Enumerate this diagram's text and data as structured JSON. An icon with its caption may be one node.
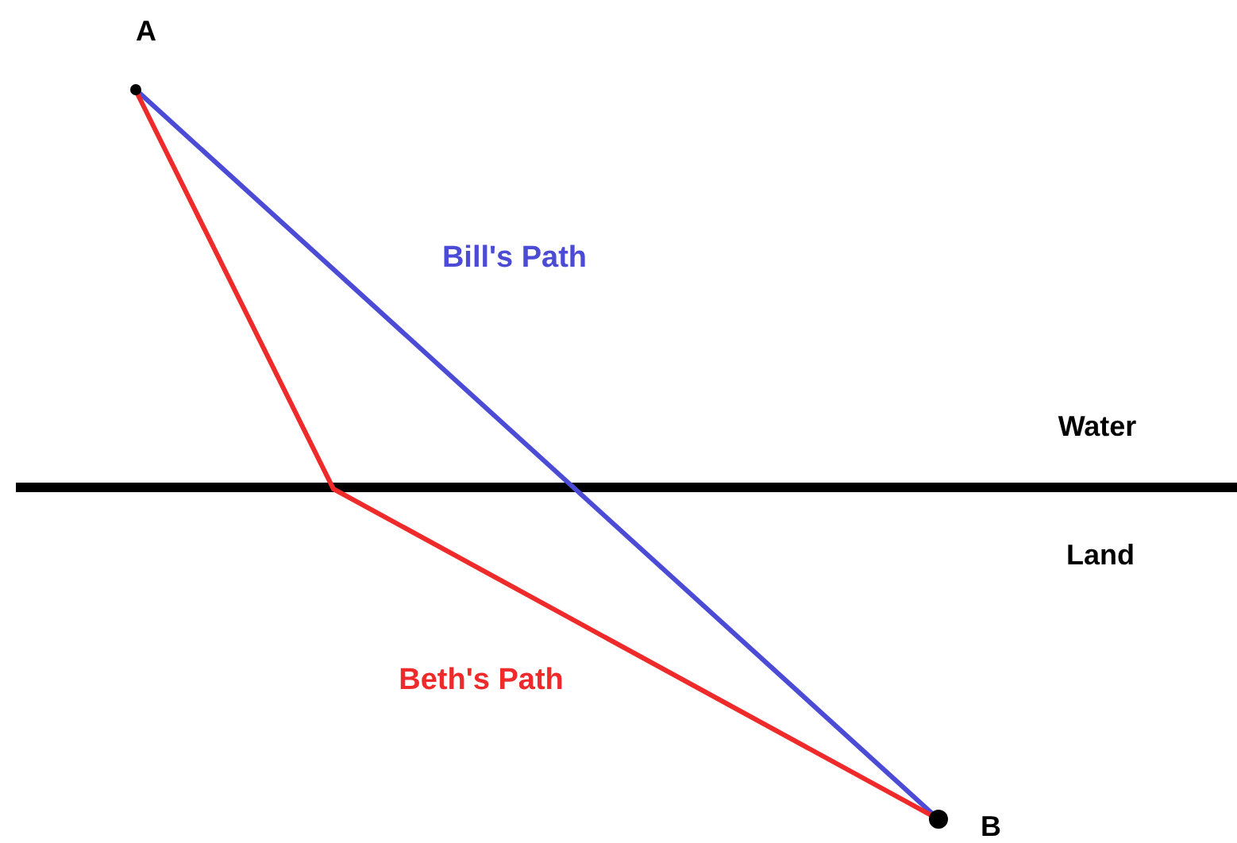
{
  "diagram": {
    "nodes": [
      {
        "text": [
          "A"
        ]
      },
      {
        "text": [
          "B"
        ]
      }
    ],
    "edges": [
      {
        "from": 0,
        "to": 1,
        "arrow": "none",
        "label": "Bill's Path",
        "color": "#4b4bd6"
      },
      {
        "from": 0,
        "to": 1,
        "arrow": "none",
        "label": "Beth's Path",
        "color": "#ee2a2a"
      }
    ],
    "labels": [
      "Water",
      "Land"
    ]
  }
}
